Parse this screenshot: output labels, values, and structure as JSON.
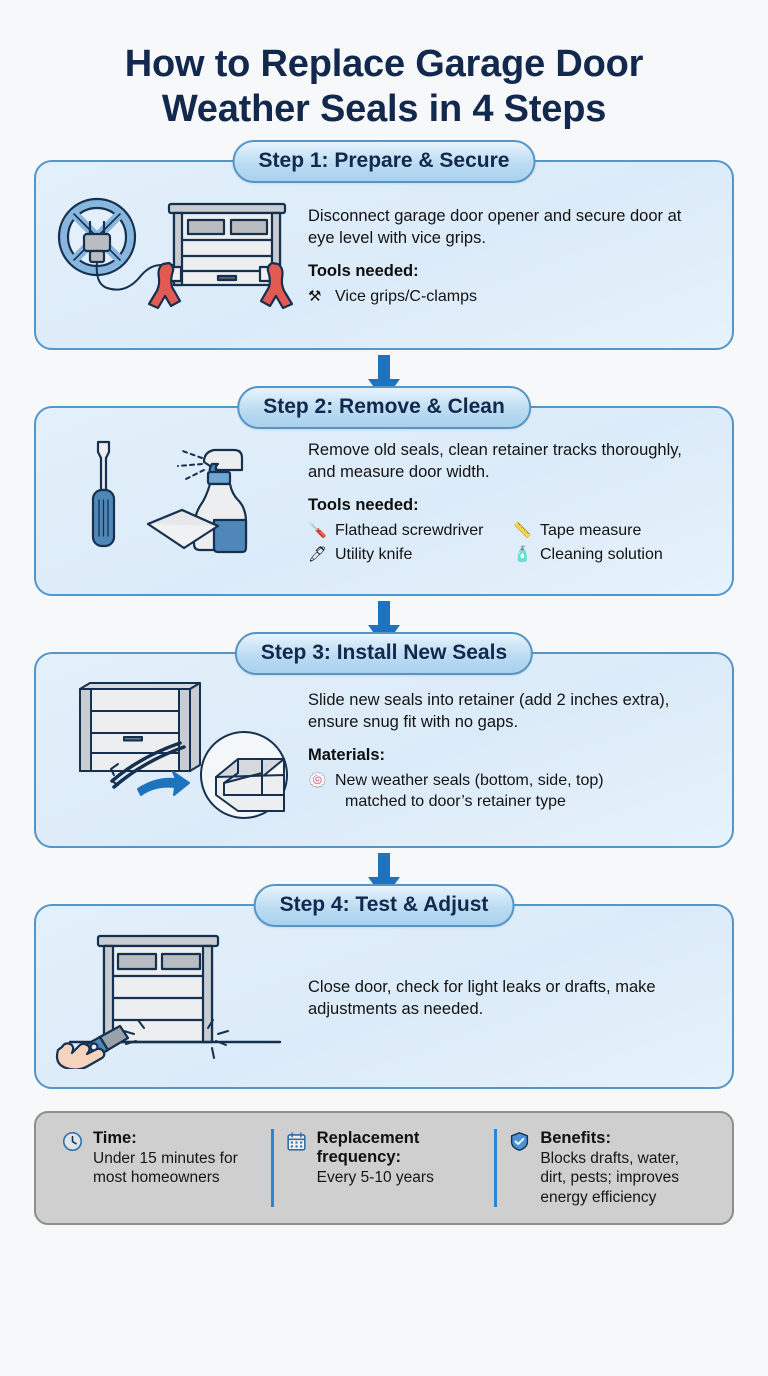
{
  "title": {
    "line1": "How to Replace Garage Door",
    "line2": "Weather Seals in 4 Steps"
  },
  "colors": {
    "page_background": "#f7f8fa",
    "title": "#12284c",
    "card_border": "#5596c8",
    "card_fill": "#e1eefb",
    "pill_fill": "#b4d8f1",
    "arrow": "#1e73be",
    "footer_fill": "#cfcfcf",
    "footer_border": "#8d8d8d",
    "divider": "#2d86d3",
    "accent_red": "#e15b52",
    "flashlight_beam": "#fdf0a8"
  },
  "steps": [
    {
      "pill": "Step 1: Prepare & Secure",
      "illustration": "garage-door-with-unplugged-opener-and-vice-grips",
      "description": "Disconnect garage door opener and secure door at eye level with vice grips.",
      "subhead": "Tools needed:",
      "tools": [
        {
          "icon": "crossed-tools-icon",
          "glyph": "⚒",
          "label": "Vice grips/C-clamps"
        }
      ],
      "two_column_tools": false
    },
    {
      "pill": "Step 2: Remove & Clean",
      "illustration": "screwdriver-spray-bottle-and-cloth",
      "description": "Remove old seals, clean retainer tracks thoroughly, and measure door width.",
      "subhead": "Tools needed:",
      "tools": [
        {
          "icon": "screwdriver-icon",
          "glyph": "🪛",
          "label": "Flathead screwdriver"
        },
        {
          "icon": "tape-measure-icon",
          "glyph": "📏",
          "label": "Tape measure"
        },
        {
          "icon": "utility-knife-icon",
          "glyph": "🖊",
          "label": "Utility knife"
        },
        {
          "icon": "spray-bottle-icon",
          "glyph": "🧴",
          "label": "Cleaning solution"
        }
      ],
      "two_column_tools": true
    },
    {
      "pill": "Step 3: Install New Seals",
      "illustration": "door-bottom-seal-insertion-with-u-channel-detail",
      "description": "Slide new seals into retainer (add 2 inches extra), ensure snug fit with no gaps.",
      "subhead": "Materials:",
      "tools": [
        {
          "icon": "seal-roll-icon",
          "glyph": "🍥",
          "label": "New weather seals (bottom, side, top)",
          "continuation": "matched to door’s retainer type"
        }
      ],
      "two_column_tools": false
    },
    {
      "pill": "Step 4: Test & Adjust",
      "illustration": "hand-with-flashlight-checking-door-light-leaks",
      "description": "Close door, check for light leaks or drafts, make adjustments as needed.",
      "subhead": "",
      "tools": [],
      "two_column_tools": false
    }
  ],
  "footer": [
    {
      "icon": "clock-icon",
      "label": "Time:",
      "value": "Under 15 minutes for most homeowners"
    },
    {
      "icon": "calendar-icon",
      "label": "Replacement frequency:",
      "value": "Every 5-10 years"
    },
    {
      "icon": "shield-check-icon",
      "label": "Benefits:",
      "value": "Blocks drafts, water, dirt, pests; improves energy efficiency"
    }
  ]
}
